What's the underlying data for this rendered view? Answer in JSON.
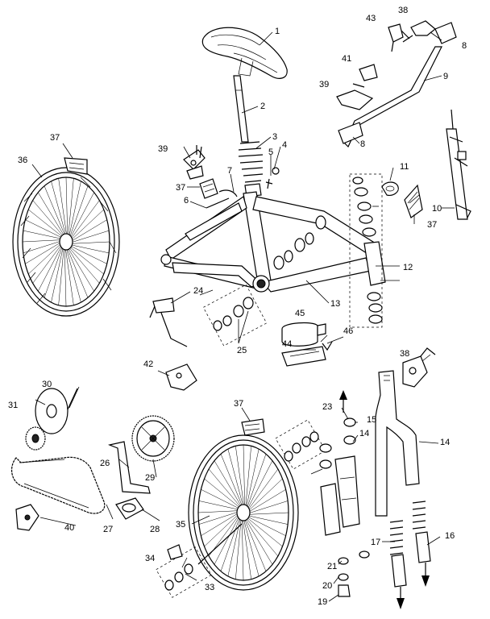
{
  "diagram": {
    "callouts": [
      "1",
      "2",
      "3",
      "4",
      "5",
      "6",
      "7",
      "8",
      "8",
      "9",
      "10",
      "11",
      "12",
      "13",
      "14",
      "14",
      "15",
      "16",
      "17",
      "19",
      "20",
      "21",
      "23",
      "24",
      "25",
      "26",
      "27",
      "28",
      "29",
      "30",
      "31",
      "33",
      "34",
      "35",
      "36",
      "37",
      "37",
      "37",
      "37",
      "38",
      "38",
      "39",
      "39",
      "40",
      "41",
      "42",
      "43",
      "44",
      "45",
      "46"
    ]
  }
}
